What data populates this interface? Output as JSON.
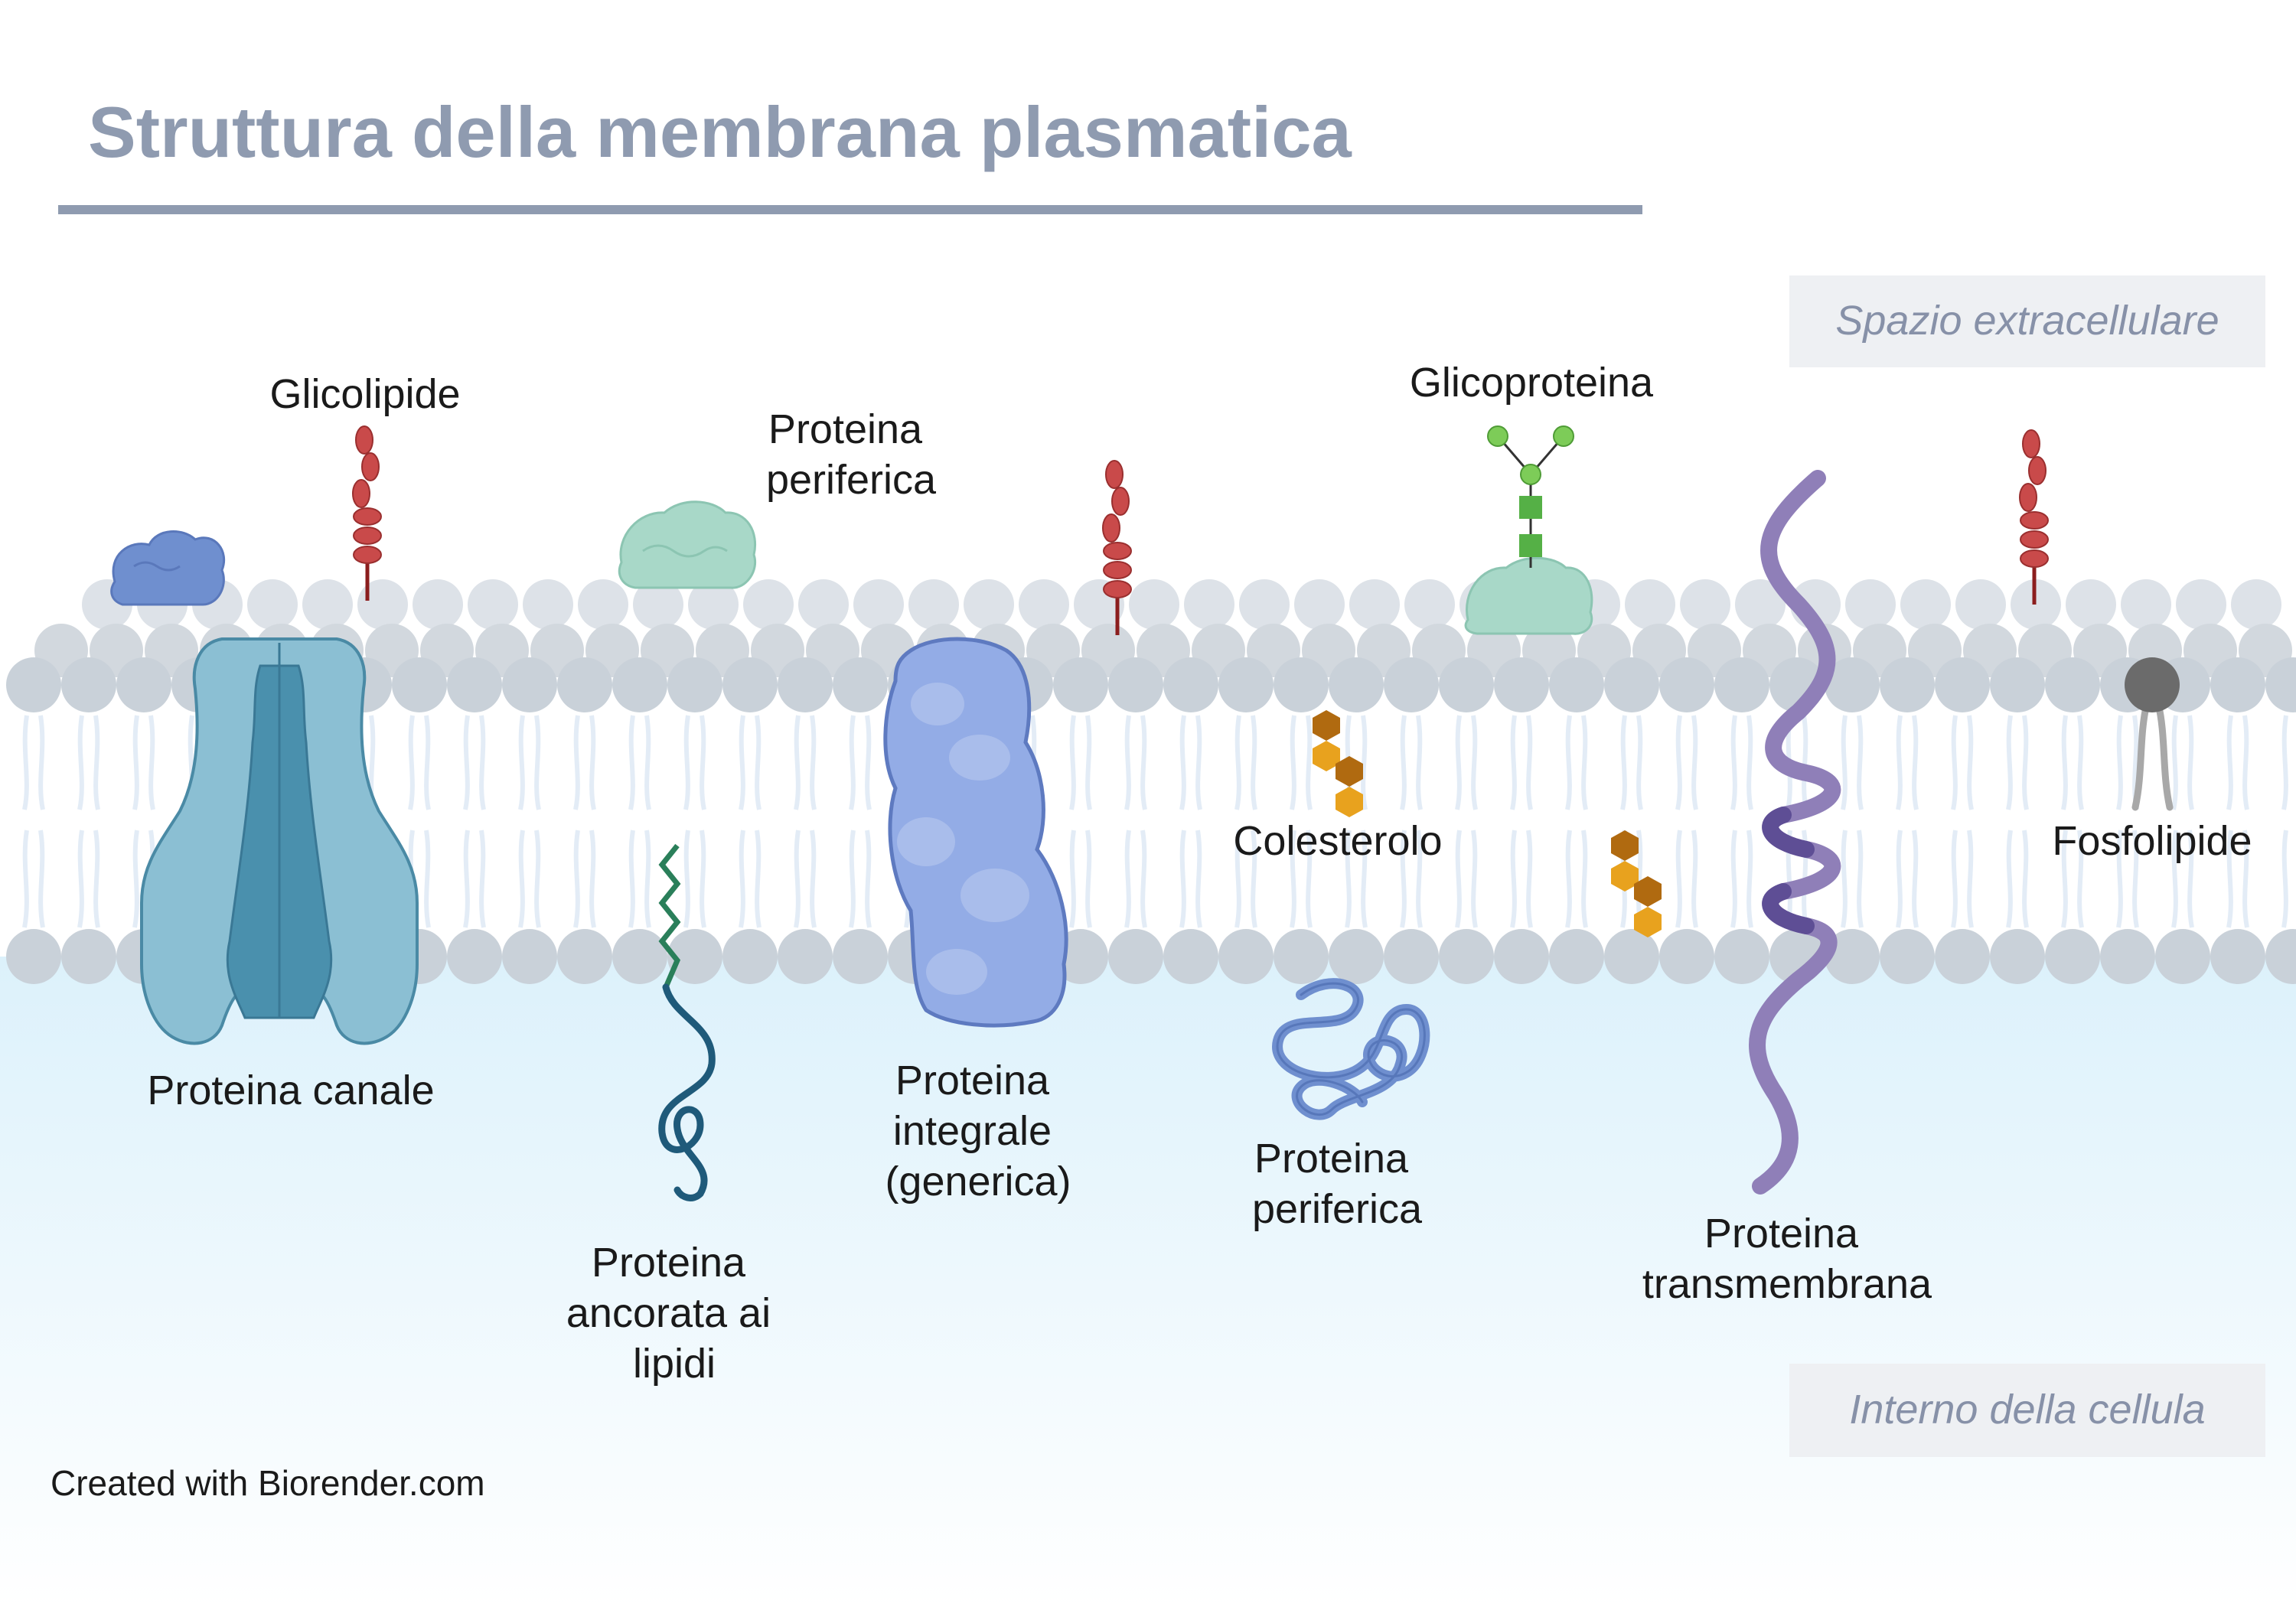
{
  "title": "Struttura della membrana plasmatica",
  "regions": {
    "extracellular": "Spazio extracellulare",
    "intracellular": "Interno della cellula"
  },
  "labels": {
    "glycolipid": "Glicolipide",
    "peripheral_top": [
      "Proteina",
      "periferica"
    ],
    "glycoprotein": "Glicoproteina",
    "channel": "Proteina canale",
    "lipid_anchored": [
      "Proteina",
      "ancorata ai",
      "lipidi"
    ],
    "integral": [
      "Proteina",
      "integrale",
      "(generica)"
    ],
    "cholesterol": "Colesterolo",
    "peripheral_bottom": [
      "Proteina",
      "periferica"
    ],
    "transmembrane": [
      "Proteina",
      "transmembrana"
    ],
    "phospholipid": "Fosfolipide"
  },
  "credit": "Created with Biorender.com",
  "colors": {
    "title": "#8f9bb0",
    "head": "#c9d1d9",
    "tail": "#e3ecf6",
    "cytoplasm_top": "#dcf1fb",
    "channel": "#8bbfd3",
    "channel_core": "#4a90ad",
    "integral": "#93ace6",
    "sugar": "#c94a4a",
    "cholesterol": "#e8a21e",
    "transmembrane": "#8f7fb8",
    "anchor": "#2a7f5a",
    "peripheral_green": "#a8d8c8",
    "peripheral_blue": "#6f8fcf"
  }
}
